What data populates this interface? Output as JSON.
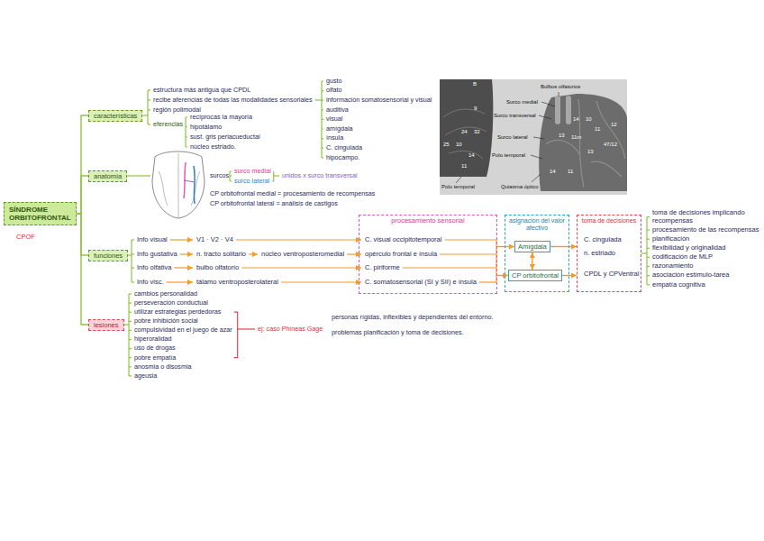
{
  "diagram": {
    "nodes": [
      {
        "text": [
          "SÍNDROME ORBITOFRONTAL"
        ]
      },
      {
        "text": [
          "características"
        ]
      },
      {
        "text": [
          "anatomía"
        ]
      },
      {
        "text": [
          "funciones"
        ]
      },
      {
        "text": [
          "lesiones"
        ]
      },
      {
        "text": [
          "procesamiento sensorial"
        ]
      },
      {
        "text": [
          "asignación del valor afectivo"
        ]
      },
      {
        "text": [
          "Amígdala"
        ],
        "in": 6
      },
      {
        "text": [
          "CP orbitofrontal"
        ],
        "in": 6
      },
      {
        "text": [
          "toma de decisiones"
        ]
      }
    ],
    "edges": [
      {
        "from": 0,
        "to": 1,
        "arrow": "none"
      },
      {
        "from": 0,
        "to": 2,
        "arrow": "none"
      },
      {
        "from": 0,
        "to": 3,
        "arrow": "none"
      },
      {
        "from": 0,
        "to": 4,
        "arrow": "none"
      },
      {
        "from": 5,
        "to": 7,
        "arrow": "to"
      },
      {
        "from": 5,
        "to": 8,
        "arrow": "to"
      },
      {
        "from": 7,
        "to": 8,
        "arrow": "both"
      },
      {
        "from": 7,
        "to": 9,
        "arrow": "to"
      },
      {
        "from": 8,
        "to": 9,
        "arrow": "to"
      }
    ],
    "labels": [
      "CPOF",
      "estructura más antigua que CPDL",
      "recibe aferencias de todas las modalidades sensoriales",
      "región polimodal",
      "eferencias",
      "recíprocas la mayoría",
      "hipotálamo",
      "sust. gris periacueductal",
      "núcleo estriado.",
      "gusto",
      "olfato",
      "información somatosensorial y visual",
      "auditiva",
      "visual",
      "amígdala",
      "ínsula",
      "C. cingulada",
      "hipocampo.",
      "surcos",
      "surco medial",
      "surco lateral",
      "unidos x surco transversal",
      "CP orbitofrontal medial = procesamiento de recompensas",
      "CP orbitofrontal lateral = análisis de castigos",
      "Info visual",
      "Info gustativa",
      "Info olfativa",
      "Info visc.",
      "V1 · V2 · V4",
      "n. tracto solitario",
      "núcleo ventroposteromedial",
      "bulbo olfatorio",
      "tálamo ventroposterolateral",
      "C. visual occipitotemporal",
      "opérculo frontal e ínsula",
      "C. piriforme",
      "C. somatosensorial (SI y SII) e ínsula",
      "C. cingulada",
      "n. estriado",
      "CPDL y CPVentral",
      "toma de decisiones implicando recompensas",
      "procesamiento de las recompensas",
      "planificación",
      "flexibilidad y originalidad",
      "codificación de MLP",
      "razonamiento",
      "asociación estímulo-tarea",
      "empatía cognitiva",
      "cambios personalidad",
      "perseveración conductual",
      "utilizar estrategias perdedoras",
      "pobre inhibición social",
      "compulsividad en el juego de azar",
      "hiperoralidad",
      "uso de drogas",
      "pobre empatía",
      "anosmia o disosmia",
      "ageusia",
      "ej: caso Phineas Gage",
      "personas rígidas, inflexibles y dependientes del entorno.",
      "problemas planificación y toma de decisiones.",
      "B",
      "Bulbos olfatorios",
      "Surco medial",
      "Surco transversal",
      "Surco lateral",
      "Polo temporal",
      "Quiasma óptico",
      "Polo temporal",
      "9",
      "24",
      "32",
      "25",
      "10",
      "14",
      "11",
      "14",
      "10",
      "11",
      "12",
      "47/12",
      "13",
      "11m",
      "13",
      "14",
      "11"
    ]
  }
}
